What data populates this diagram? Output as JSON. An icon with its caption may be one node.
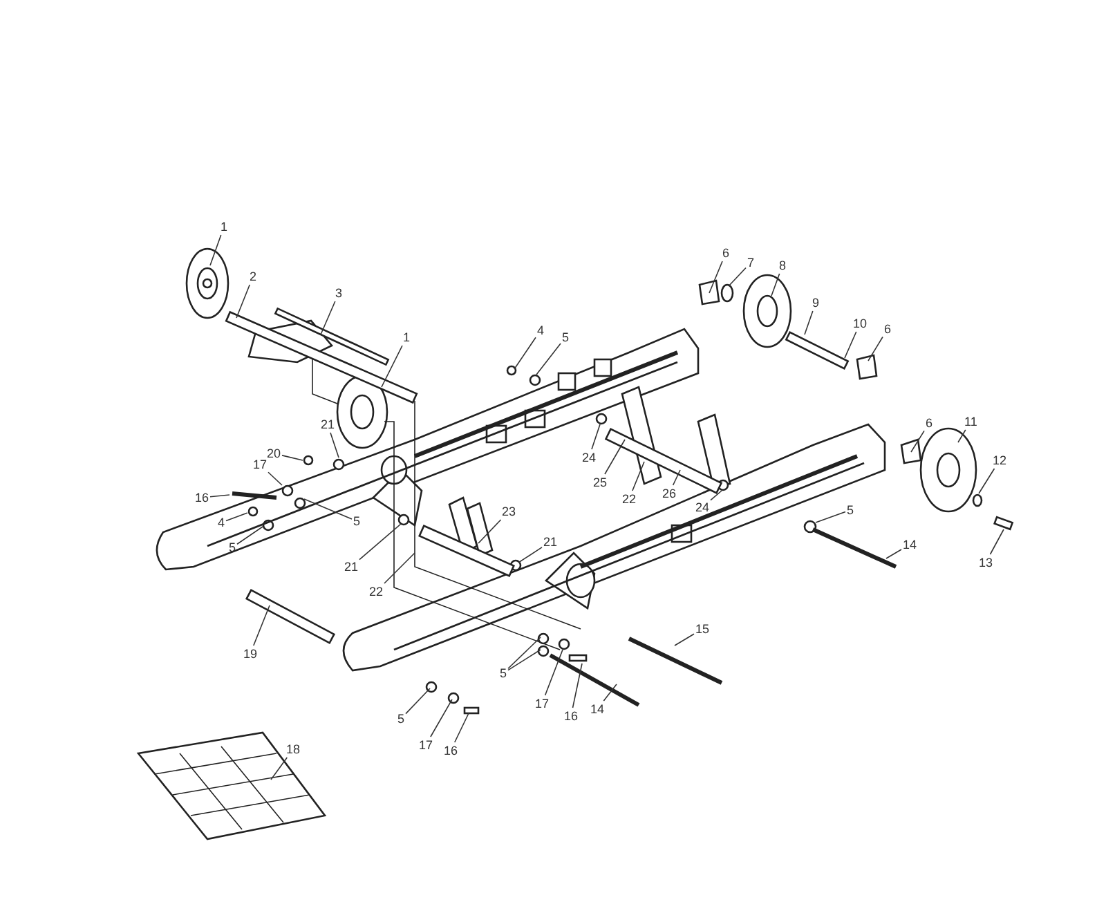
{
  "diagram": {
    "nodes": [
      {
        "text": [
          "1"
        ]
      },
      {
        "text": [
          "2"
        ]
      },
      {
        "text": [
          "3"
        ]
      },
      {
        "text": [
          "1"
        ]
      },
      {
        "text": [
          "4"
        ]
      },
      {
        "text": [
          "5"
        ]
      },
      {
        "text": [
          "6"
        ]
      },
      {
        "text": [
          "7"
        ]
      },
      {
        "text": [
          "8"
        ]
      },
      {
        "text": [
          "9"
        ]
      },
      {
        "text": [
          "10"
        ]
      },
      {
        "text": [
          "6"
        ]
      },
      {
        "text": [
          "6"
        ]
      },
      {
        "text": [
          "11"
        ]
      },
      {
        "text": [
          "12"
        ]
      },
      {
        "text": [
          "13"
        ]
      },
      {
        "text": [
          "5"
        ]
      },
      {
        "text": [
          "14"
        ]
      },
      {
        "text": [
          "15"
        ]
      },
      {
        "text": [
          "14"
        ]
      },
      {
        "text": [
          "16"
        ]
      },
      {
        "text": [
          "17"
        ]
      },
      {
        "text": [
          "5"
        ]
      },
      {
        "text": [
          "5"
        ]
      },
      {
        "text": [
          "17"
        ]
      },
      {
        "text": [
          "16"
        ]
      },
      {
        "text": [
          "18"
        ]
      },
      {
        "text": [
          "19"
        ]
      },
      {
        "text": [
          "22"
        ]
      },
      {
        "text": [
          "21"
        ]
      },
      {
        "text": [
          "21"
        ]
      },
      {
        "text": [
          "23"
        ]
      },
      {
        "text": [
          "22"
        ]
      },
      {
        "text": [
          "25"
        ]
      },
      {
        "text": [
          "24"
        ]
      },
      {
        "text": [
          "26"
        ]
      },
      {
        "text": [
          "24"
        ]
      },
      {
        "text": [
          "21"
        ]
      },
      {
        "text": [
          "20"
        ]
      },
      {
        "text": [
          "17"
        ]
      },
      {
        "text": [
          "16"
        ]
      },
      {
        "text": [
          "5"
        ]
      },
      {
        "text": [
          "4"
        ]
      },
      {
        "text": [
          "5"
        ]
      }
    ],
    "edges": [
      {
        "from": 0,
        "to": null,
        "arrow": "none"
      },
      {
        "from": 1,
        "to": null,
        "arrow": "none"
      },
      {
        "from": 2,
        "to": null,
        "arrow": "none"
      },
      {
        "from": 3,
        "to": null,
        "arrow": "none"
      },
      {
        "from": 4,
        "to": null,
        "arrow": "none"
      },
      {
        "from": 5,
        "to": null,
        "arrow": "none"
      },
      {
        "from": 6,
        "to": null,
        "arrow": "none"
      },
      {
        "from": 7,
        "to": null,
        "arrow": "none"
      },
      {
        "from": 8,
        "to": null,
        "arrow": "none"
      },
      {
        "from": 9,
        "to": null,
        "arrow": "none"
      },
      {
        "from": 10,
        "to": null,
        "arrow": "none"
      },
      {
        "from": 11,
        "to": null,
        "arrow": "none"
      },
      {
        "from": 12,
        "to": null,
        "arrow": "none"
      },
      {
        "from": 13,
        "to": null,
        "arrow": "none"
      },
      {
        "from": 14,
        "to": null,
        "arrow": "none"
      },
      {
        "from": 15,
        "to": null,
        "arrow": "none"
      },
      {
        "from": 16,
        "to": null,
        "arrow": "none"
      },
      {
        "from": 17,
        "to": null,
        "arrow": "none"
      },
      {
        "from": 18,
        "to": null,
        "arrow": "none"
      },
      {
        "from": 19,
        "to": null,
        "arrow": "none"
      },
      {
        "from": 20,
        "to": null,
        "arrow": "none"
      },
      {
        "from": 21,
        "to": null,
        "arrow": "none"
      },
      {
        "from": 22,
        "to": null,
        "arrow": "none"
      },
      {
        "from": 22,
        "to": null,
        "arrow": "none"
      },
      {
        "from": 23,
        "to": null,
        "arrow": "none"
      },
      {
        "from": 24,
        "to": null,
        "arrow": "none"
      },
      {
        "from": 25,
        "to": null,
        "arrow": "none"
      },
      {
        "from": 26,
        "to": null,
        "arrow": "none"
      },
      {
        "from": 27,
        "to": null,
        "arrow": "none"
      },
      {
        "from": 28,
        "to": null,
        "arrow": "none"
      },
      {
        "from": 29,
        "to": null,
        "arrow": "none"
      },
      {
        "from": 30,
        "to": null,
        "arrow": "none"
      },
      {
        "from": 31,
        "to": null,
        "arrow": "none"
      },
      {
        "from": 32,
        "to": null,
        "arrow": "none"
      },
      {
        "from": 33,
        "to": null,
        "arrow": "none"
      },
      {
        "from": 34,
        "to": null,
        "arrow": "none"
      },
      {
        "from": 35,
        "to": null,
        "arrow": "none"
      },
      {
        "from": 36,
        "to": null,
        "arrow": "none"
      },
      {
        "from": 37,
        "to": null,
        "arrow": "none"
      },
      {
        "from": 38,
        "to": null,
        "arrow": "none"
      },
      {
        "from": 39,
        "to": null,
        "arrow": "none"
      },
      {
        "from": 40,
        "to": null,
        "arrow": "none"
      },
      {
        "from": 41,
        "to": null,
        "arrow": "none"
      },
      {
        "from": 42,
        "to": null,
        "arrow": "none"
      },
      {
        "from": 43,
        "to": null,
        "arrow": "none"
      }
    ]
  }
}
